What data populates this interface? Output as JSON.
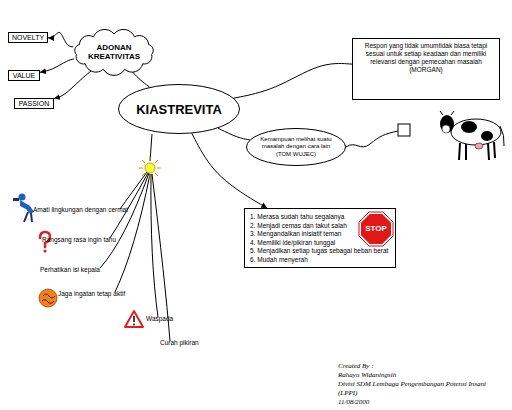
{
  "diagram": {
    "nodes": [
      {
        "text": [
          "ADONAN KREATIVITAS"
        ]
      },
      {
        "text": [
          "NOVELTY"
        ]
      },
      {
        "text": [
          "VALUE"
        ]
      },
      {
        "text": [
          "PASSION"
        ]
      },
      {
        "text": [
          "Respon yang tidak umumtidak biasa tetapi sesuai untuk setiap keadaan dan memiliki relevansi dengan pemecahan masalah",
          "(MORGAN)"
        ]
      },
      {
        "text": [
          "KIASTREVITA"
        ]
      },
      {
        "text": [
          "Kemampuan melihat suatu masalah dengan cara lain",
          "(TOM WUJEC)"
        ]
      },
      {
        "text": [
          "1. Merasa sudah tahu segalanya",
          "2. Menjadi cemas dan takut salah",
          "3. Mengandalkan inisiatif teman",
          "4. Memiliki ide/pikiran tunggal",
          "5. Menjadikan setiap tugas sebagai beban berat",
          "6. Mudah menyerah"
        ]
      },
      {
        "text": [
          "STOP"
        ],
        "in": 7
      }
    ],
    "edges": [
      {
        "from": 0,
        "to": 1,
        "arrow": "to"
      },
      {
        "from": 0,
        "to": 2,
        "arrow": "to"
      },
      {
        "from": 0,
        "to": 3,
        "arrow": "to"
      },
      {
        "from": 0,
        "to": 5,
        "arrow": "none"
      },
      {
        "from": 5,
        "to": 4,
        "arrow": "none"
      },
      {
        "from": 5,
        "to": 6,
        "arrow": "none"
      },
      {
        "from": 5,
        "to": 7,
        "arrow": "to"
      }
    ],
    "labels": [
      "Amati lingkungan dengan cermat",
      "Rangsang rasa ingin tahu",
      "Perhatikan isi kepala",
      "Jaga ingatan tetap aktif",
      "Waspada",
      "Curah pikiran",
      "Created By :",
      "Rahayu Widaningsih",
      "Divisi SDM Lembaga Pengembangan Potensi Insani",
      "(LPPI)",
      "11/08/2000"
    ]
  }
}
